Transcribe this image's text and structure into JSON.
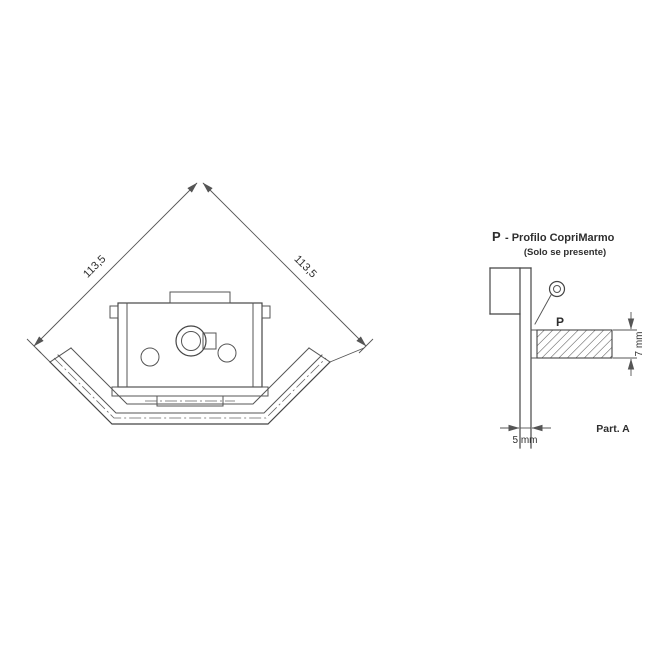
{
  "top_view": {
    "dim_left": "113,5",
    "dim_right": "113,5"
  },
  "detail": {
    "title_p": "P",
    "title_rest": "- Profilo CopriMarmo",
    "subtitle": "(Solo se presente)",
    "marble_label": "P",
    "dim_height": "7 mm",
    "dim_gap": "5 mm",
    "part_label": "Part. A"
  },
  "colors": {
    "line": "#454545",
    "dimension": "#555555",
    "hatch": "#555555",
    "background": "#ffffff"
  }
}
